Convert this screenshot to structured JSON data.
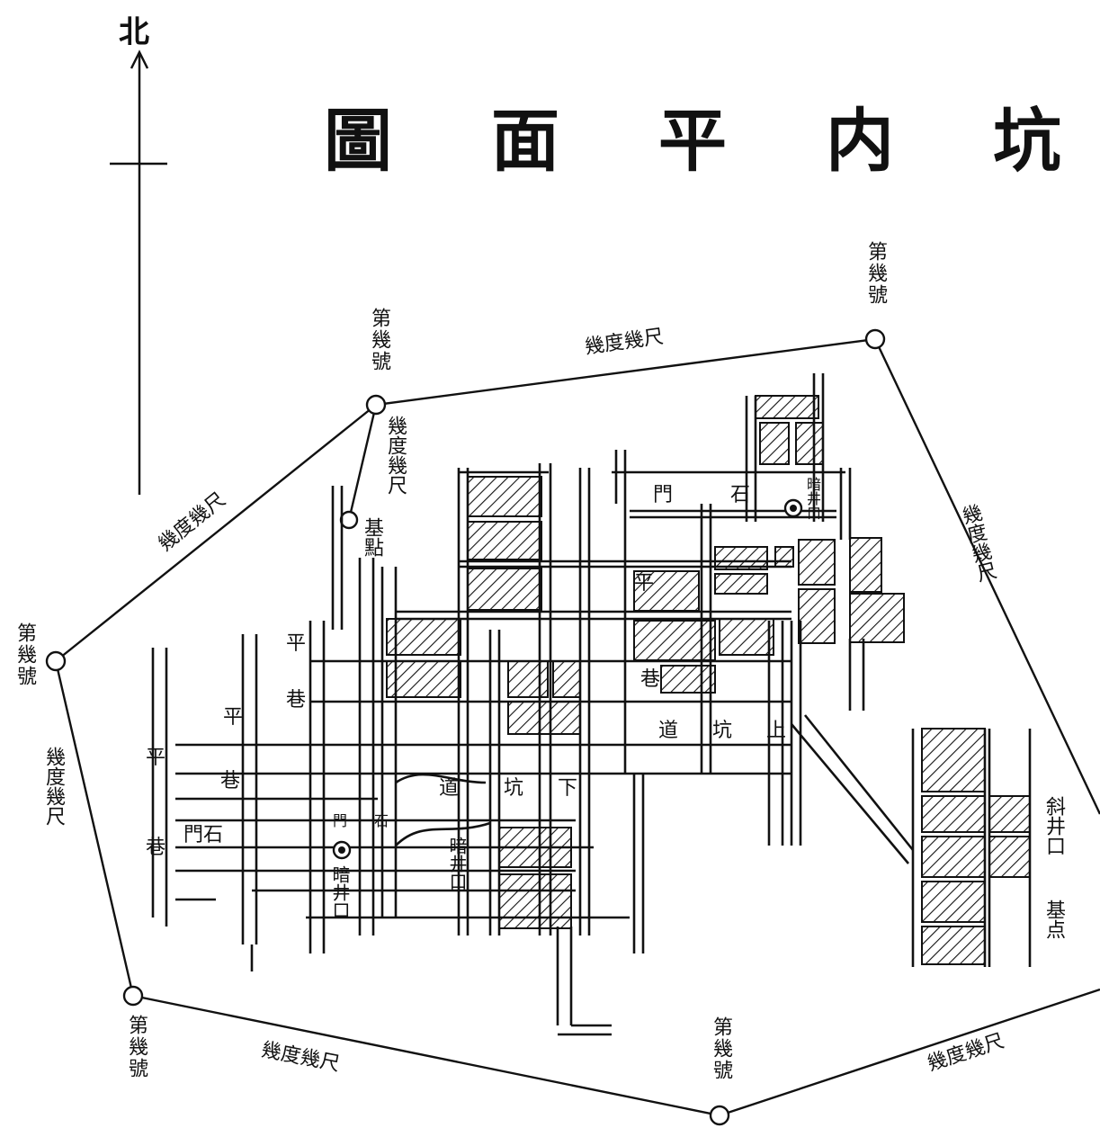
{
  "title": "坑内平面圖",
  "title_chars": [
    "圖",
    "面",
    "平",
    "内",
    "坑"
  ],
  "north_label": "北",
  "station_label": "第幾號",
  "distance_label": "幾度幾尺",
  "datum_label": "基點",
  "datum_leg_label": "幾度幾尺",
  "labels": {
    "shimon_top": [
      "門",
      "石"
    ],
    "shimon_left": "門石",
    "shimon_mid": [
      "門",
      "石"
    ],
    "heikou_main": [
      "平",
      "巷"
    ],
    "heikou_left1": [
      "平",
      "巷"
    ],
    "heikou_left2": [
      "平",
      "巷"
    ],
    "heikou_left3": [
      "平",
      "巷"
    ],
    "kouzhi_dou": "道坑上",
    "kou_dou_mid": [
      "道",
      "坑",
      "下"
    ],
    "angou_1": "暗井口",
    "angou_2": "暗井口",
    "angou_3": "暗井口",
    "shakou": "斜井口",
    "kiten_right": "基点"
  },
  "colors": {
    "ink": "#111111",
    "paper": "#ffffff"
  }
}
